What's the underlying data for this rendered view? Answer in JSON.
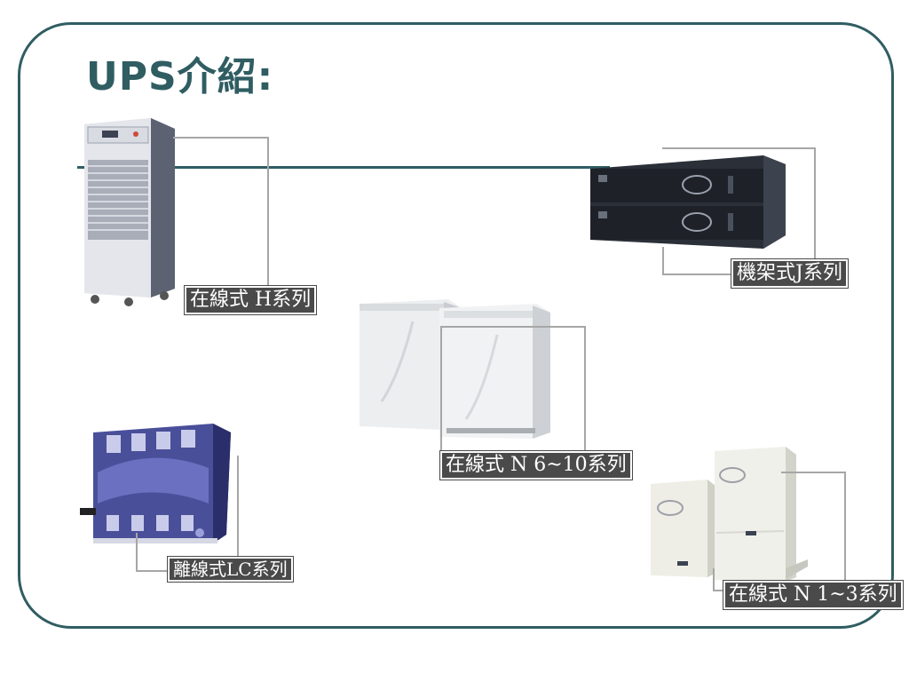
{
  "slide": {
    "title": "UPS介紹:",
    "accent_color": "#2f5d62"
  },
  "products": [
    {
      "name": "tower-ups-h-series",
      "label": "在線式 H系列"
    },
    {
      "name": "rack-ups-j-series",
      "label": "機架式J系列"
    },
    {
      "name": "ups-n-6-10-series",
      "label": "在線式 N 6~10系列"
    },
    {
      "name": "offline-lc-series",
      "label": "離線式LC系列"
    },
    {
      "name": "ups-n-1-3-series",
      "label": "在線式 N 1~3系列"
    }
  ]
}
